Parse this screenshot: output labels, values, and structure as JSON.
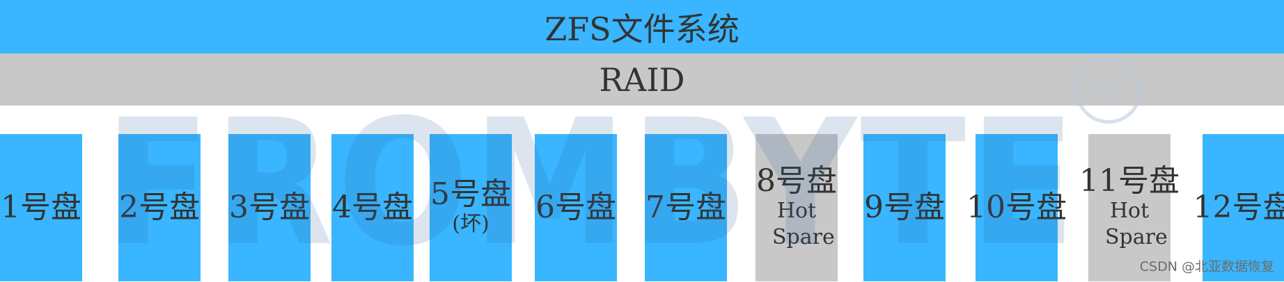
{
  "colors": {
    "blue": "#39b6ff",
    "gray": "#c8c8c8",
    "text": "#333333"
  },
  "zfs": {
    "label": "ZFS文件系统"
  },
  "raid": {
    "label": "RAID"
  },
  "disks": [
    {
      "label": "1号盘",
      "status": "",
      "spare": false
    },
    {
      "label": "2号盘",
      "status": "",
      "spare": false
    },
    {
      "label": "3号盘",
      "status": "",
      "spare": false
    },
    {
      "label": "4号盘",
      "status": "",
      "spare": false
    },
    {
      "label": "5号盘",
      "status": "(坏)",
      "spare": false
    },
    {
      "label": "6号盘",
      "status": "",
      "spare": false
    },
    {
      "label": "7号盘",
      "status": "",
      "spare": false
    },
    {
      "label": "8号盘",
      "status": "Hot Spare",
      "spare": true
    },
    {
      "label": "9号盘",
      "status": "",
      "spare": false
    },
    {
      "label": "10号盘",
      "status": "",
      "spare": false
    },
    {
      "label": "11号盘",
      "status": "Hot Spare",
      "spare": true
    },
    {
      "label": "12号盘",
      "status": "",
      "spare": false
    }
  ],
  "watermark": {
    "logo_text": "FROMBYTE"
  },
  "credit": "CSDN @北亚数据恢复"
}
